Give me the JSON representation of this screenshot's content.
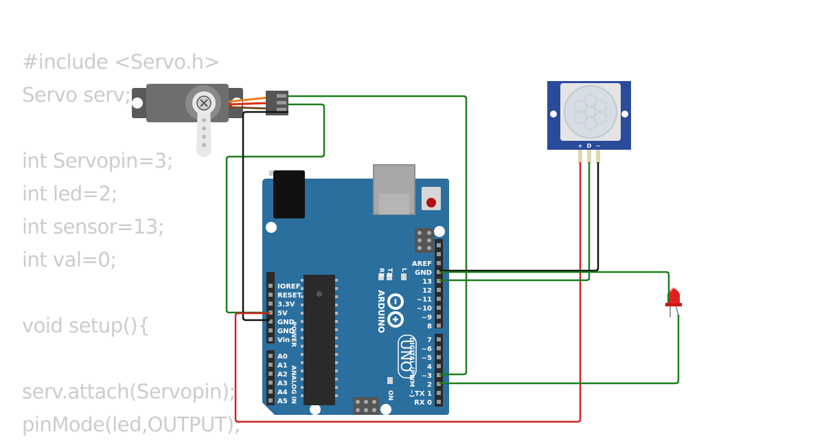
{
  "code_lines": [
    "#include <Servo.h>",
    "Servo serv;",
    "",
    "int Servopin=3;",
    "int led=2;",
    "int sensor=13;",
    "int val=0;",
    "",
    "void setup(){",
    "",
    "serv.attach(Servopin);",
    "pinMode(led,OUTPUT);"
  ],
  "board": {
    "brand": "ARDUINO",
    "model": "UNO",
    "on_label": "ON",
    "led_labels": [
      "RX",
      "TX",
      "L"
    ],
    "power_header_label": "POWER",
    "power_pins": [
      "IOREF",
      "RESET",
      "3.3V",
      "5V",
      "GND",
      "GND",
      "Vin"
    ],
    "analog_header_label": "ANALOG IN",
    "analog_pins": [
      "A0",
      "A1",
      "A2",
      "A3",
      "A4",
      "A5"
    ],
    "digital_header_label": "DIGITAL (PWM ~)",
    "digital_pins_upper": [
      "AREF",
      "GND",
      "13",
      "12",
      "~11",
      "~10",
      "~9",
      "8"
    ],
    "digital_pins_lower": [
      "7",
      "~6",
      "~5",
      "4",
      "~3",
      "2",
      "TX 1",
      "RX 0"
    ]
  },
  "pir_sensor": {
    "pin_labels": [
      "+",
      "D",
      "−"
    ]
  },
  "colors": {
    "board": "#2b6f9e",
    "signal_wire": "#1a7f1a",
    "power_wire": "#d42020",
    "ground_wire": "#111111",
    "led": "#e02020",
    "pir_board": "#2a4a9a",
    "servo_body": "#666666",
    "code_text": "#cccccc"
  },
  "icons": {
    "board_logo": "infinity-logo-icon",
    "servo_horn": "servo-horn-icon"
  }
}
